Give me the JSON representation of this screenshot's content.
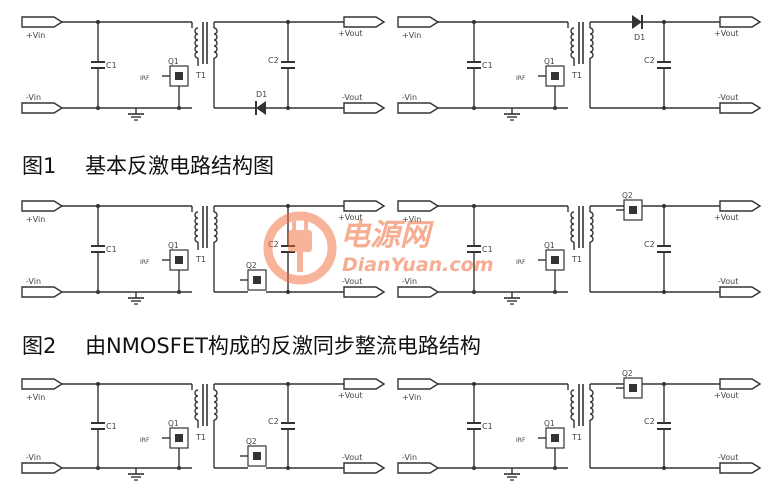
{
  "captions": {
    "fig1_num": "图1",
    "fig1_title": "基本反激电路结构图",
    "fig2_num": "图2",
    "fig2_title": "由NMOSFET构成的反激同步整流电路结构"
  },
  "labels": {
    "vin_pos": "+Vin",
    "vin_neg": "-Vin",
    "vout_pos": "+Vout",
    "vout_neg": "-Vout",
    "c1": "C1",
    "c2": "C2",
    "q1": "Q1",
    "q2": "Q2",
    "t1": "T1",
    "d1": "D1",
    "irf": "IRF"
  },
  "watermark": {
    "cn": "电源网",
    "en": "DianYuan.com"
  },
  "colors": {
    "line": "#333333",
    "rail": "#4a7a4a",
    "watermark": "#f26b3a"
  }
}
